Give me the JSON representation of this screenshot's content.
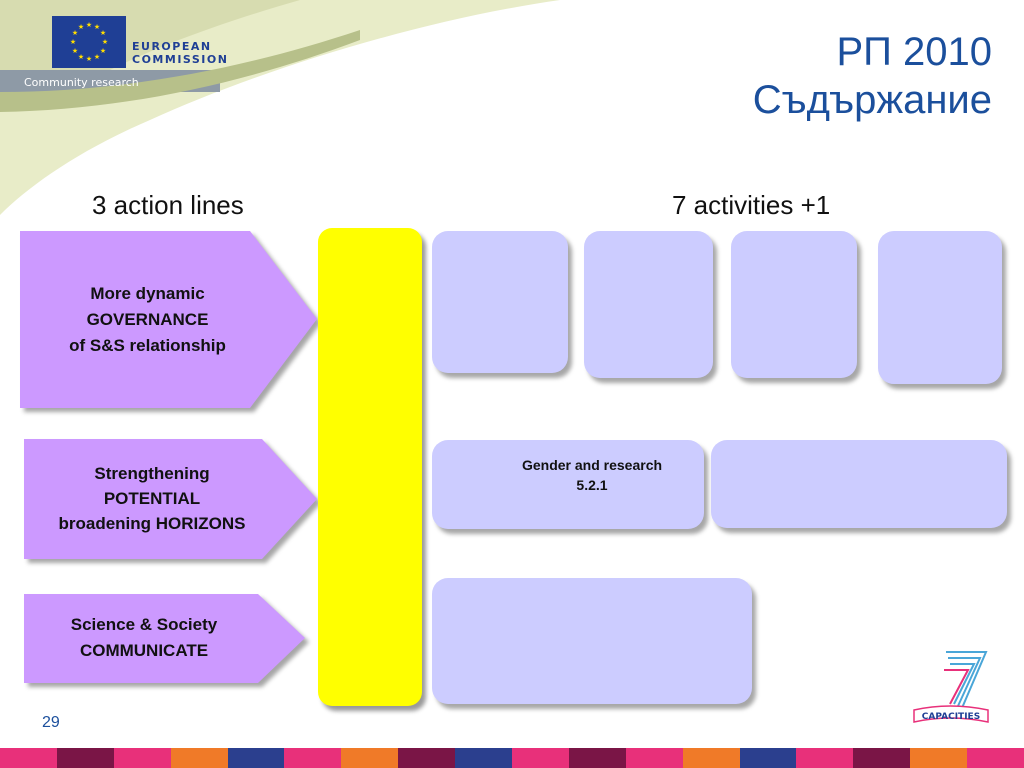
{
  "header": {
    "logo_text_line1": "EUROPEAN",
    "logo_text_line2": "COMMISSION",
    "community_research": "Community research"
  },
  "title": {
    "line1": "РП 2010",
    "line2": "Съдържание"
  },
  "columns": {
    "left_heading": "3 action lines",
    "right_heading": "7 activities +1"
  },
  "action_lines": [
    {
      "line1": "More dynamic",
      "line2": "GOVERNANCE",
      "line3": "of S&S relationship"
    },
    {
      "line1": "Strengthening",
      "line2": "POTENTIAL",
      "line3": "broadening HORIZONS"
    },
    {
      "line1": "Science & Society",
      "line2": "COMMUNICATE"
    }
  ],
  "activities": {
    "gender_title": "Gender and research",
    "gender_code": "5.2.1"
  },
  "footer": {
    "page_number": "29",
    "programme_logo_text": "CAPACITIES",
    "stripe_colors": [
      "#e8307a",
      "#7a1546",
      "#e8307a",
      "#f07a28",
      "#2b3f8e",
      "#e8307a",
      "#f07a28",
      "#7a1546",
      "#2b3f8e",
      "#e8307a",
      "#7a1546",
      "#e8307a",
      "#f07a28",
      "#2b3f8e",
      "#e8307a",
      "#7a1546",
      "#f07a28",
      "#e8307a"
    ]
  },
  "colors": {
    "arrow_fill": "#cc99ff",
    "box_fill": "#ccccff",
    "bar_fill": "#ffff00",
    "title": "#1b4f9c"
  }
}
